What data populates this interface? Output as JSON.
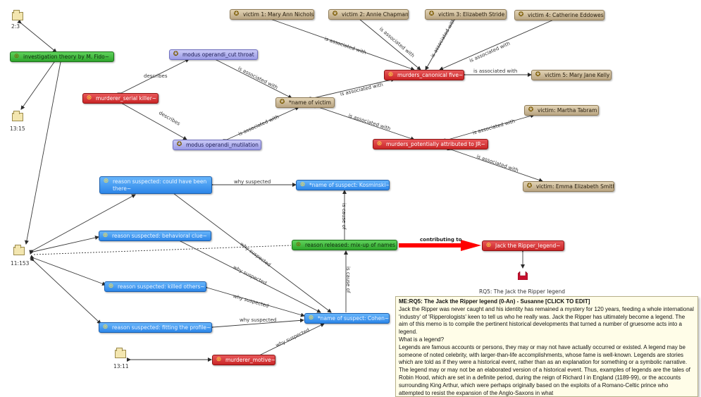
{
  "nodes": {
    "victim1": {
      "label": "victim 1: Mary Ann Nichols"
    },
    "victim2": {
      "label": "victim 2: Annie Chapman"
    },
    "victim3": {
      "label": "victim 3: Elizabeth Stride"
    },
    "victim4": {
      "label": "victim 4: Catherine Eddowes"
    },
    "victim5": {
      "label": "victim 5: Mary Jane Kelly"
    },
    "victimTabram": {
      "label": "victim: Martha Tabram"
    },
    "victimSmith": {
      "label": "victim: Emma Elizabeth Smith"
    },
    "investigation": {
      "label": "investigation theory by M. Fido~"
    },
    "modusCut": {
      "label": "modus operandi_cut throat"
    },
    "modusMut": {
      "label": "modus operandi_mutilation"
    },
    "serialKiller": {
      "label": "murderer_serial killer~"
    },
    "nameVictim": {
      "label": "*name of victim"
    },
    "canonical": {
      "label": "murders_canonical five~"
    },
    "potentially": {
      "label": "murders_potentially attributed to JR~"
    },
    "rsCouldHave": {
      "label": "reason suspected: could have been there~"
    },
    "rsBehavioral": {
      "label": "reason suspected: behavioral clue~"
    },
    "rsKilled": {
      "label": "reason suspected: killed others~"
    },
    "rsFitting": {
      "label": "reason suspected: fitting the profile~"
    },
    "kosminski": {
      "label": "*name of suspect: Kosminski~"
    },
    "cohen": {
      "label": "*name of suspect: Cohen~"
    },
    "mixup": {
      "label": "reason released: mix-up of names"
    },
    "legend": {
      "label": "Jack the Ripper_legend~"
    },
    "motive": {
      "label": "murderer_motive~"
    }
  },
  "memos": {
    "m1": {
      "label": "2:3"
    },
    "m2": {
      "label": "13:15"
    },
    "m3": {
      "label": "11:153"
    },
    "m4": {
      "label": "13:11"
    }
  },
  "edge_labels": {
    "e1": "is associated with",
    "e2": "is associated with",
    "e3": "is associated with",
    "e4": "is associated with",
    "e5": "is associated with",
    "e6": "is associated with",
    "e7": "is associated with",
    "e8": "describes",
    "e9": "is associated with",
    "e10": "describes",
    "e11": "is associated with",
    "e12": "is associated with",
    "e13": "is associated with",
    "e14": "is associated with",
    "e15": "why suspected",
    "e16": "is cause of",
    "e17": "contributing to",
    "e18": "why suspected",
    "e19": "why suspected",
    "e20": "is cause of",
    "e21": "why suspected",
    "e22": "why suspected",
    "e23": "why suspected"
  },
  "rq5_caption": "RQ5: The Jack the Ripper legend",
  "memo_panel": {
    "title": "ME:RQ5: The Jack the Ripper legend (0-An) - Susanne [CLICK TO EDIT]",
    "body": "Jack the Ripper was never caught and his identity has remained a mystery for 120 years, feeding a whole international 'industry' of 'Ripperologists' keen to tell us who he really was. Jack the Ripper has ultimately become a legend. The aim of this memo is to compile the pertinent historical developments that turned a number of gruesome acts into a legend.\nWhat is a legend?\nLegends are famous accounts or persons, they may or may not have actually occurred or existed. A legend may be someone of noted celebrity, with larger-than-life accomplishments, whose fame is well-known. Legends are stories which are told as if they were a historical event, rather than as an explanation for something or a symbolic narrative. The legend may or may not be an elaborated version of a historical event. Thus, examples of legends are the tales of Robin Hood, which are set in a definite period, during the reign of Richard I in England (1189-99), or the accounts surrounding King Arthur, which were perhaps originally based on the exploits of a Romano-Celtic prince who attempted to resist the expansion of the Anglo-Saxons in what"
  },
  "colors": {
    "code_tan": "#c9b893",
    "code_lavender": "#aeaeee",
    "code_red": "#d83334",
    "code_green": "#3fb43c",
    "code_blue": "#3d93ef",
    "memo_bg": "#fffde8",
    "arrow_red": "#ff0000"
  },
  "icons": {
    "code_icon": "star-icon",
    "network_icon": "network-code-icon",
    "memo_icon": "memo-icon",
    "document_icon": "document-icon"
  }
}
